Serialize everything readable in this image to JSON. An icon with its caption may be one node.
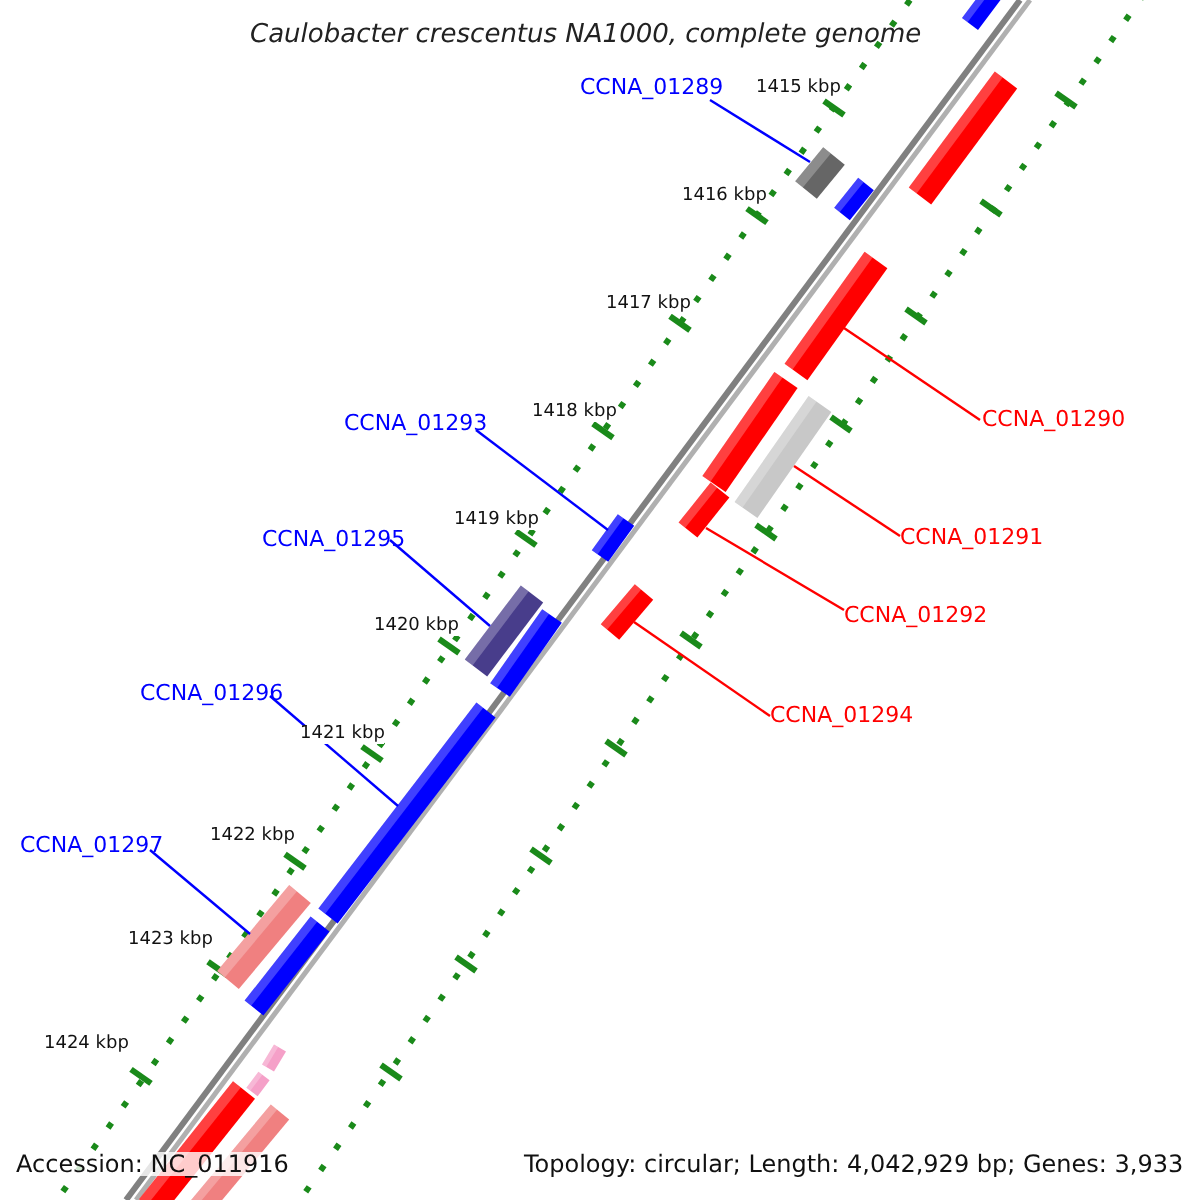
{
  "diagram": {
    "title": "Caulobacter crescentus NA1000, complete genome",
    "nodes": [
      {
        "text": [
          "CCNA_01289"
        ]
      },
      {
        "text": [
          "CCNA_01290"
        ]
      },
      {
        "text": [
          "CCNA_01293"
        ]
      },
      {
        "text": [
          "CCNA_01291"
        ]
      },
      {
        "text": [
          "CCNA_01295"
        ]
      },
      {
        "text": [
          "CCNA_01292"
        ]
      },
      {
        "text": [
          "CCNA_01296"
        ]
      },
      {
        "text": [
          "CCNA_01294"
        ]
      },
      {
        "text": [
          "CCNA_01297"
        ]
      },
      {
        "text": [],
        "shape": "bar"
      },
      {
        "text": [],
        "shape": "bar"
      },
      {
        "text": [],
        "shape": "bar"
      },
      {
        "text": [],
        "shape": "bar"
      },
      {
        "text": [],
        "shape": "bar"
      },
      {
        "text": [],
        "shape": "bar"
      },
      {
        "text": [],
        "shape": "bar"
      },
      {
        "text": [],
        "shape": "bar"
      },
      {
        "text": [],
        "shape": "bar"
      },
      {
        "text": [],
        "shape": "bar"
      },
      {
        "text": [],
        "shape": "bar"
      },
      {
        "text": [],
        "shape": "bar"
      },
      {
        "text": [],
        "shape": "bar"
      },
      {
        "text": [],
        "shape": "bar"
      },
      {
        "text": [],
        "shape": "bar"
      },
      {
        "text": [],
        "shape": "bar"
      },
      {
        "text": [],
        "shape": "bar"
      },
      {
        "text": [],
        "shape": "bar"
      },
      {
        "text": [],
        "shape": "bar"
      }
    ],
    "edges": [
      {
        "from": 0,
        "to": 11,
        "arrow": "none"
      },
      {
        "from": 1,
        "to": 13,
        "arrow": "none",
        "color": "#ff0000"
      },
      {
        "from": 2,
        "to": 17,
        "arrow": "none"
      },
      {
        "from": 3,
        "to": 15,
        "arrow": "none",
        "color": "#ff0000"
      },
      {
        "from": 4,
        "to": 19,
        "arrow": "none"
      },
      {
        "from": 5,
        "to": 16,
        "arrow": "none",
        "color": "#ff0000"
      },
      {
        "from": 6,
        "to": 21,
        "arrow": "none"
      },
      {
        "from": 7,
        "to": 18,
        "arrow": "none",
        "color": "#ff0000"
      },
      {
        "from": 8,
        "to": 22,
        "arrow": "none"
      }
    ],
    "labels": [
      "1415 kbp",
      "1416 kbp",
      "1417 kbp",
      "1418 kbp",
      "1419 kbp",
      "1420 kbp",
      "1421 kbp",
      "1422 kbp",
      "1423 kbp",
      "1424 kbp",
      "Accession: NC_011916",
      "Topology: circular; Length: 4,042,929 bp; Genes: 3,933"
    ]
  }
}
